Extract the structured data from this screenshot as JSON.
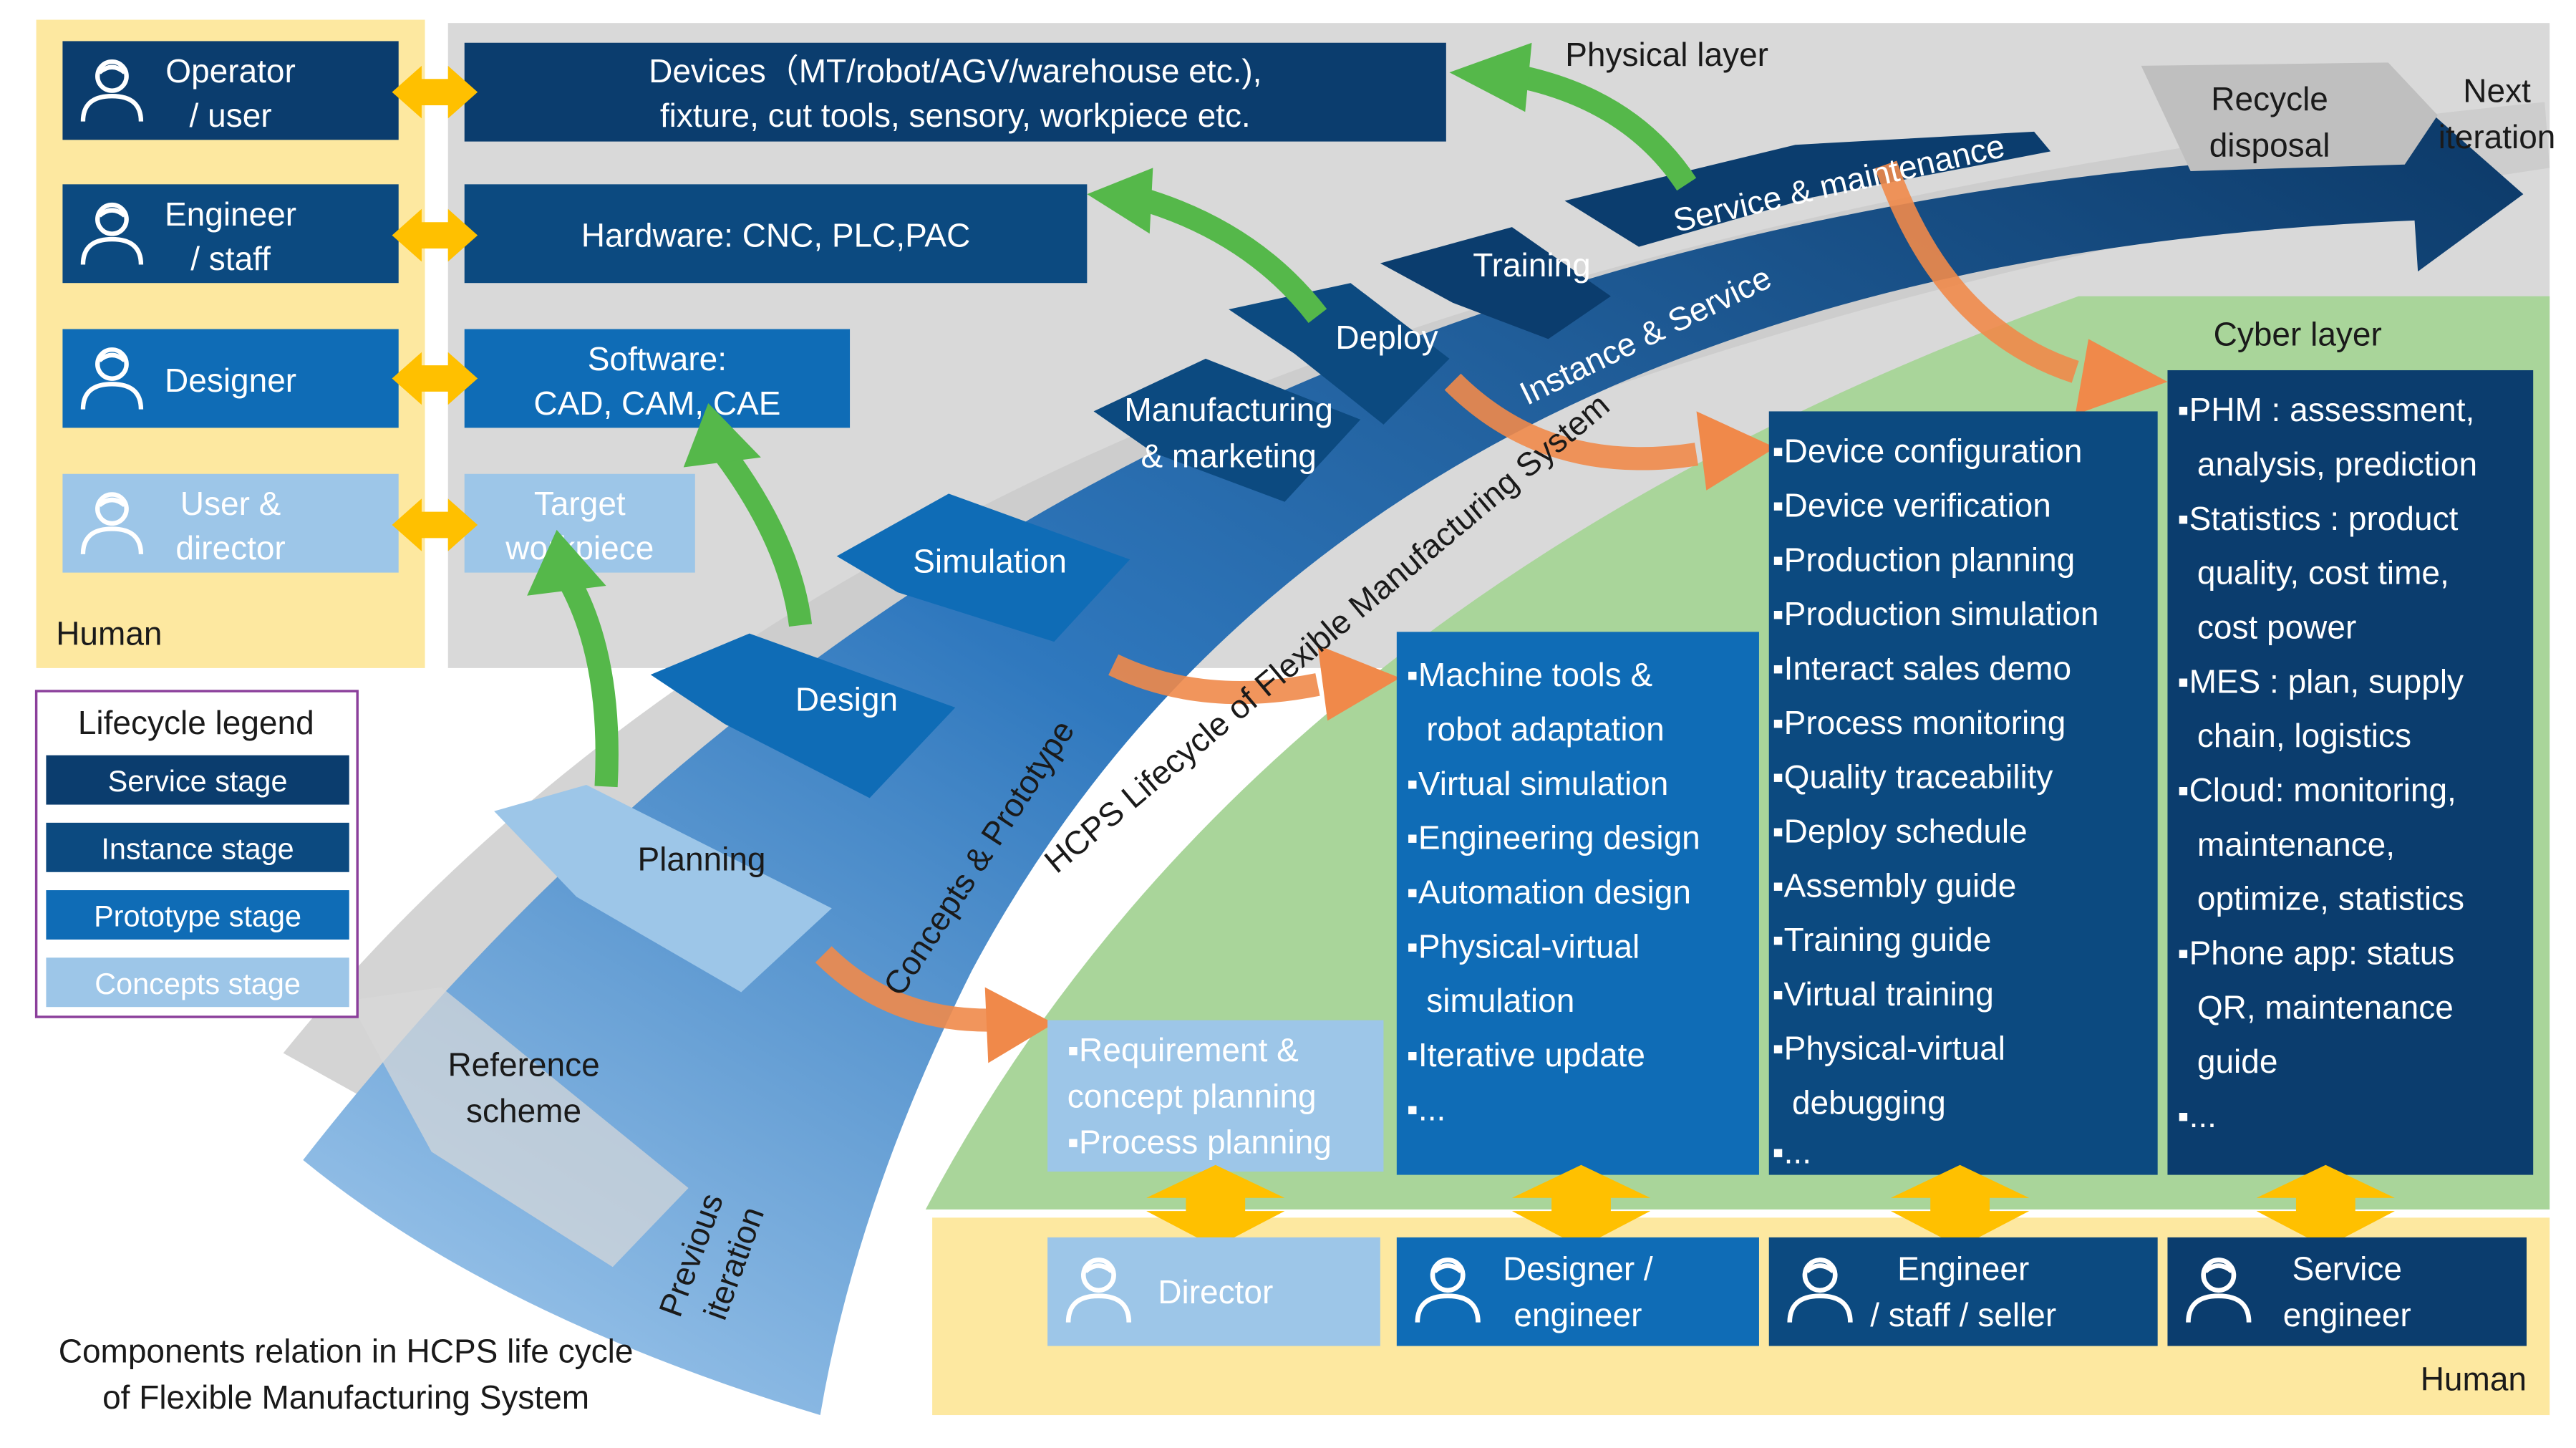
{
  "colors": {
    "service_stage": "#0b3d6e",
    "instance_stage": "#0c4a80",
    "prototype_stage": "#0f6cb6",
    "concepts_stage": "#9dc6e8",
    "human_panel": "#fde8a0",
    "cyber_panel": "#a9d59a",
    "physical_panel": "#d9d9d9",
    "green_arrow": "#55b84a",
    "orange_arrow": "#f0894a",
    "yellow_arrow": "#ffc000"
  },
  "human_left": {
    "label": "Human",
    "roles": [
      {
        "line1": "Operator",
        "line2": "/ user",
        "icon": "person-icon"
      },
      {
        "line1": "Engineer",
        "line2": "/ staff",
        "icon": "person-icon"
      },
      {
        "line1": "Designer",
        "line2": "",
        "icon": "person-icon"
      },
      {
        "line1": "User &",
        "line2": "director",
        "icon": "person-icon"
      }
    ]
  },
  "physical": {
    "label": "Physical layer",
    "items": [
      {
        "line1": "Devices（MT/robot/AGV/warehouse etc.),",
        "line2": "fixture, cut tools, sensory, workpiece etc."
      },
      {
        "line1": "Hardware: CNC, PLC,PAC",
        "line2": ""
      },
      {
        "line1": "Software:",
        "line2": "CAD, CAM, CAE"
      },
      {
        "line1": "Target",
        "line2": "workpiece"
      }
    ]
  },
  "legend": {
    "title": "Lifecycle legend",
    "items": [
      "Service stage",
      "Instance stage",
      "Prototype stage",
      "Concepts stage"
    ]
  },
  "lifecycle": {
    "stages": [
      "Reference scheme",
      "Planning",
      "Design",
      "Simulation",
      "Manufacturing & marketing",
      "Deploy",
      "Training",
      "Service & maintenance",
      "Recycle disposal",
      "Next iteration"
    ],
    "previous_iteration": "Previous iteration",
    "band_concepts": "Concepts & Prototype",
    "band_hcps": "HCPS Lifecycle of Flexible Manufacturing System",
    "band_instance": "Instance & Service"
  },
  "cyber": {
    "label": "Cyber layer",
    "columns": [
      [
        "Requirement & concept planning",
        "Process planning"
      ],
      [
        "Machine tools & robot adaptation",
        "Virtual simulation",
        "Engineering design",
        "Automation design",
        "Physical-virtual simulation",
        "Iterative update",
        "..."
      ],
      [
        "Device configuration",
        "Device verification",
        "Production planning",
        "Production simulation",
        "Interact sales demo",
        "Process monitoring",
        "Quality traceability",
        "Deploy schedule",
        "Assembly guide",
        "Training guide",
        "Virtual training",
        "Physical-virtual debugging",
        "..."
      ],
      [
        "PHM : assessment, analysis, prediction",
        "Statistics : product quality, cost time, cost power",
        "MES : plan, supply chain, logistics",
        "Cloud: monitoring, maintenance, optimize, statistics",
        "Phone app: status QR, maintenance guide",
        "..."
      ]
    ]
  },
  "human_bottom": {
    "label": "Human",
    "roles": [
      {
        "line1": "Director",
        "line2": ""
      },
      {
        "line1": "Designer /",
        "line2": "engineer"
      },
      {
        "line1": "Engineer",
        "line2": "/ staff / seller"
      },
      {
        "line1": "Service",
        "line2": "engineer"
      }
    ]
  },
  "caption": {
    "line1": "Components relation in HCPS life cycle",
    "line2": "of Flexible Manufacturing System"
  }
}
